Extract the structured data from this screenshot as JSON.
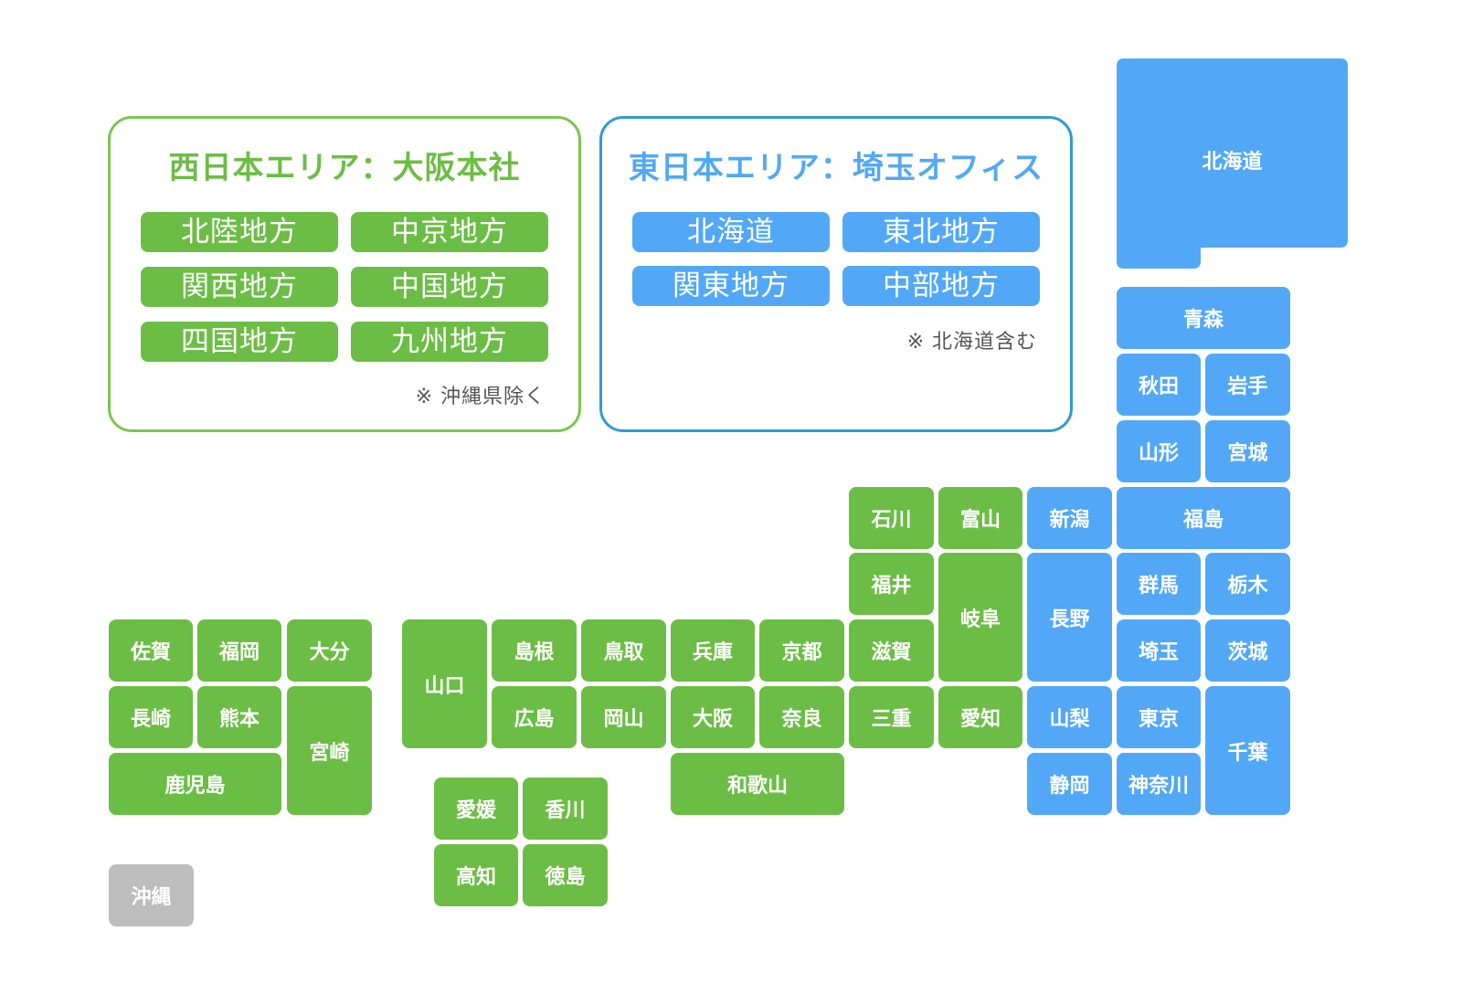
{
  "colors": {
    "west": "#6cbd45",
    "east": "#52a8f6",
    "excluded": "#bdbdbd",
    "west_border": "#7cc452",
    "east_border": "#2f9bd6"
  },
  "west_box": {
    "title": "西日本エリア：大阪本社",
    "regions": [
      "北陸地方",
      "中京地方",
      "関西地方",
      "中国地方",
      "四国地方",
      "九州地方"
    ],
    "note": "※ 沖縄県除く"
  },
  "east_box": {
    "title": "東日本エリア：埼玉オフィス",
    "regions": [
      "北海道",
      "東北地方",
      "関東地方",
      "中部地方"
    ],
    "note": "※ 北海道含む"
  },
  "prefectures": {
    "hokkaido": "北海道",
    "aomori": "青森",
    "akita": "秋田",
    "iwate": "岩手",
    "yamagata": "山形",
    "miyagi": "宮城",
    "fukushima": "福島",
    "niigata": "新潟",
    "nagano": "長野",
    "gunma": "群馬",
    "tochigi": "栃木",
    "saitama": "埼玉",
    "ibaraki": "茨城",
    "yamanashi": "山梨",
    "tokyo": "東京",
    "chiba": "千葉",
    "shizuoka": "静岡",
    "kanagawa": "神奈川",
    "ishikawa": "石川",
    "toyama": "富山",
    "fukui": "福井",
    "gifu": "岐阜",
    "shiga": "滋賀",
    "mie": "三重",
    "aichi": "愛知",
    "hyogo": "兵庫",
    "kyoto": "京都",
    "osaka": "大阪",
    "nara": "奈良",
    "wakayama": "和歌山",
    "shimane": "島根",
    "tottori": "鳥取",
    "hiroshima": "広島",
    "okayama": "岡山",
    "yamaguchi": "山口",
    "ehime": "愛媛",
    "kagawa": "香川",
    "kochi": "高知",
    "tokushima": "徳島",
    "saga": "佐賀",
    "fukuoka": "福岡",
    "oita": "大分",
    "nagasaki": "長崎",
    "kumamoto": "熊本",
    "miyazaki": "宮崎",
    "kagoshima": "鹿児島",
    "okinawa": "沖縄"
  }
}
